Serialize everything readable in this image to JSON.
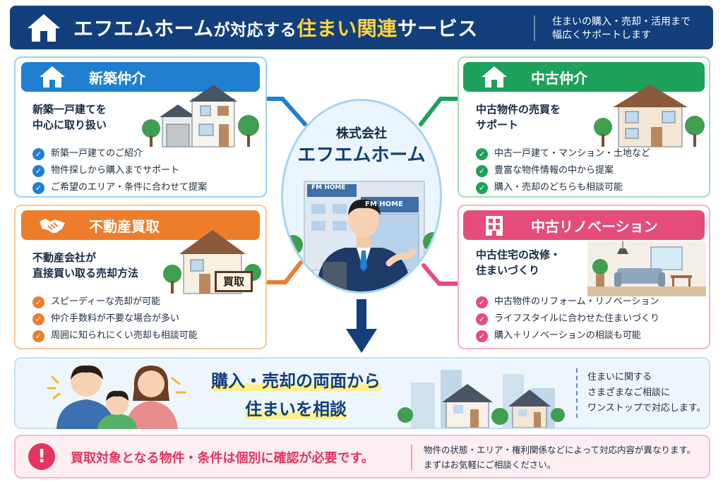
{
  "header": {
    "title_part1": "エフエムホーム",
    "title_part2": "が対応する",
    "title_highlight": "住まい関連",
    "title_part3": "サービス",
    "subtitle_line1": "住まいの購入・売却・活用まで",
    "subtitle_line2": "幅広くサポートします",
    "icon": "house-icon"
  },
  "center": {
    "company_line1": "株式会社",
    "company_line2": "エフエムホーム",
    "building_sign": "FM HOME",
    "entrance_sign": "FM HOME"
  },
  "services": {
    "new_brokerage": {
      "title": "新築仲介",
      "subtitle_line1": "新築一戸建てを",
      "subtitle_line2": "中心に取り扱い",
      "items": [
        "新築一戸建てのご紹介",
        "物件探しから購入までサポート",
        "ご希望のエリア・条件に合わせて提案"
      ],
      "color": "#1f7fd0"
    },
    "purchase": {
      "title": "不動産買取",
      "subtitle_line1": "不動産会社が",
      "subtitle_line2": "直接買い取る売却方法",
      "sign": "買取",
      "items": [
        "スピーディーな売却が可能",
        "仲介手数料が不要な場合が多い",
        "周囲に知られにくい売却も相談可能"
      ],
      "color": "#ee7d2b"
    },
    "used_brokerage": {
      "title": "中古仲介",
      "subtitle_line1": "中古物件の売買を",
      "subtitle_line2": "サポート",
      "items": [
        "中古一戸建て・マンション・土地など",
        "豊富な物件情報の中から提案",
        "購入・売却のどちらも相談可能"
      ],
      "color": "#1ea15a"
    },
    "renovation": {
      "title": "中古リノベーション",
      "subtitle_line1": "中古住宅の改修・",
      "subtitle_line2": "住まいづくり",
      "items": [
        "中古物件のリフォーム・リノベーション",
        "ライフスタイルに合わせた住まいづくり",
        "購入＋リノベーションの相談も可能"
      ],
      "color": "#e54c7c"
    }
  },
  "bottom": {
    "headline_line1": "購入・売却の両面から",
    "headline_line2": "住まいを相談",
    "note_line1": "住まいに関する",
    "note_line2": "さまざまなご相談に",
    "note_line3": "ワンストップで対応します。"
  },
  "notice": {
    "icon": "!",
    "title": "買取対象となる物件・条件は個別に確認が必要です。",
    "note_line1": "物件の状態・エリア・権利関係などによって対応内容が異なります。",
    "note_line2": "まずはお気軽にご相談ください。"
  },
  "colors": {
    "navy": "#123f7c",
    "highlight_yellow": "#ffd43b",
    "warning_red": "#e5345f"
  }
}
